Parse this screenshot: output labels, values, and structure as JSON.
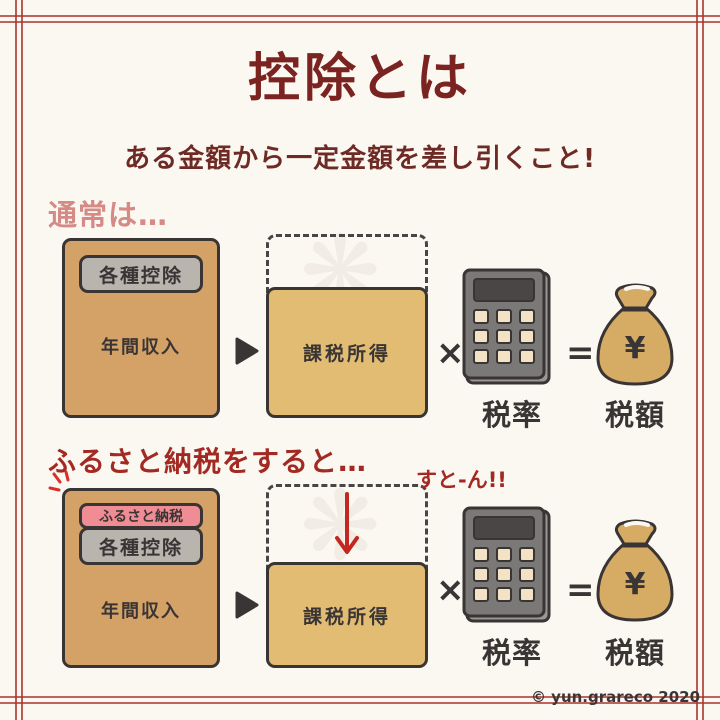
{
  "title": "控除とは",
  "subtitle": "ある金額から一定金額を差し引くこと!",
  "section_normal": "通常は…",
  "section_furusato": "ふるさと納税をすると…",
  "income_label": "年間収入",
  "deduction_label": "各種控除",
  "furusato_label": "ふるさと納税",
  "taxable_income_label": "課税所得",
  "tax_rate_label": "税率",
  "tax_amount_label": "税額",
  "drop_effect": "すと-ん!!",
  "money_symbol": "¥",
  "multiply_symbol": "×",
  "equals_symbol": "=",
  "credit": "yun.grareco 2020",
  "colors": {
    "frame_red": "#a8342c",
    "title_dark_red": "#7a2320",
    "income_box": "#d4a266",
    "taxable_box": "#e2bc72",
    "deduction_gray": "#b9b4ae",
    "furusato_pink": "#f08c94",
    "calculator_dark": "#7b7878",
    "bag_gold": "#d6ab64"
  }
}
